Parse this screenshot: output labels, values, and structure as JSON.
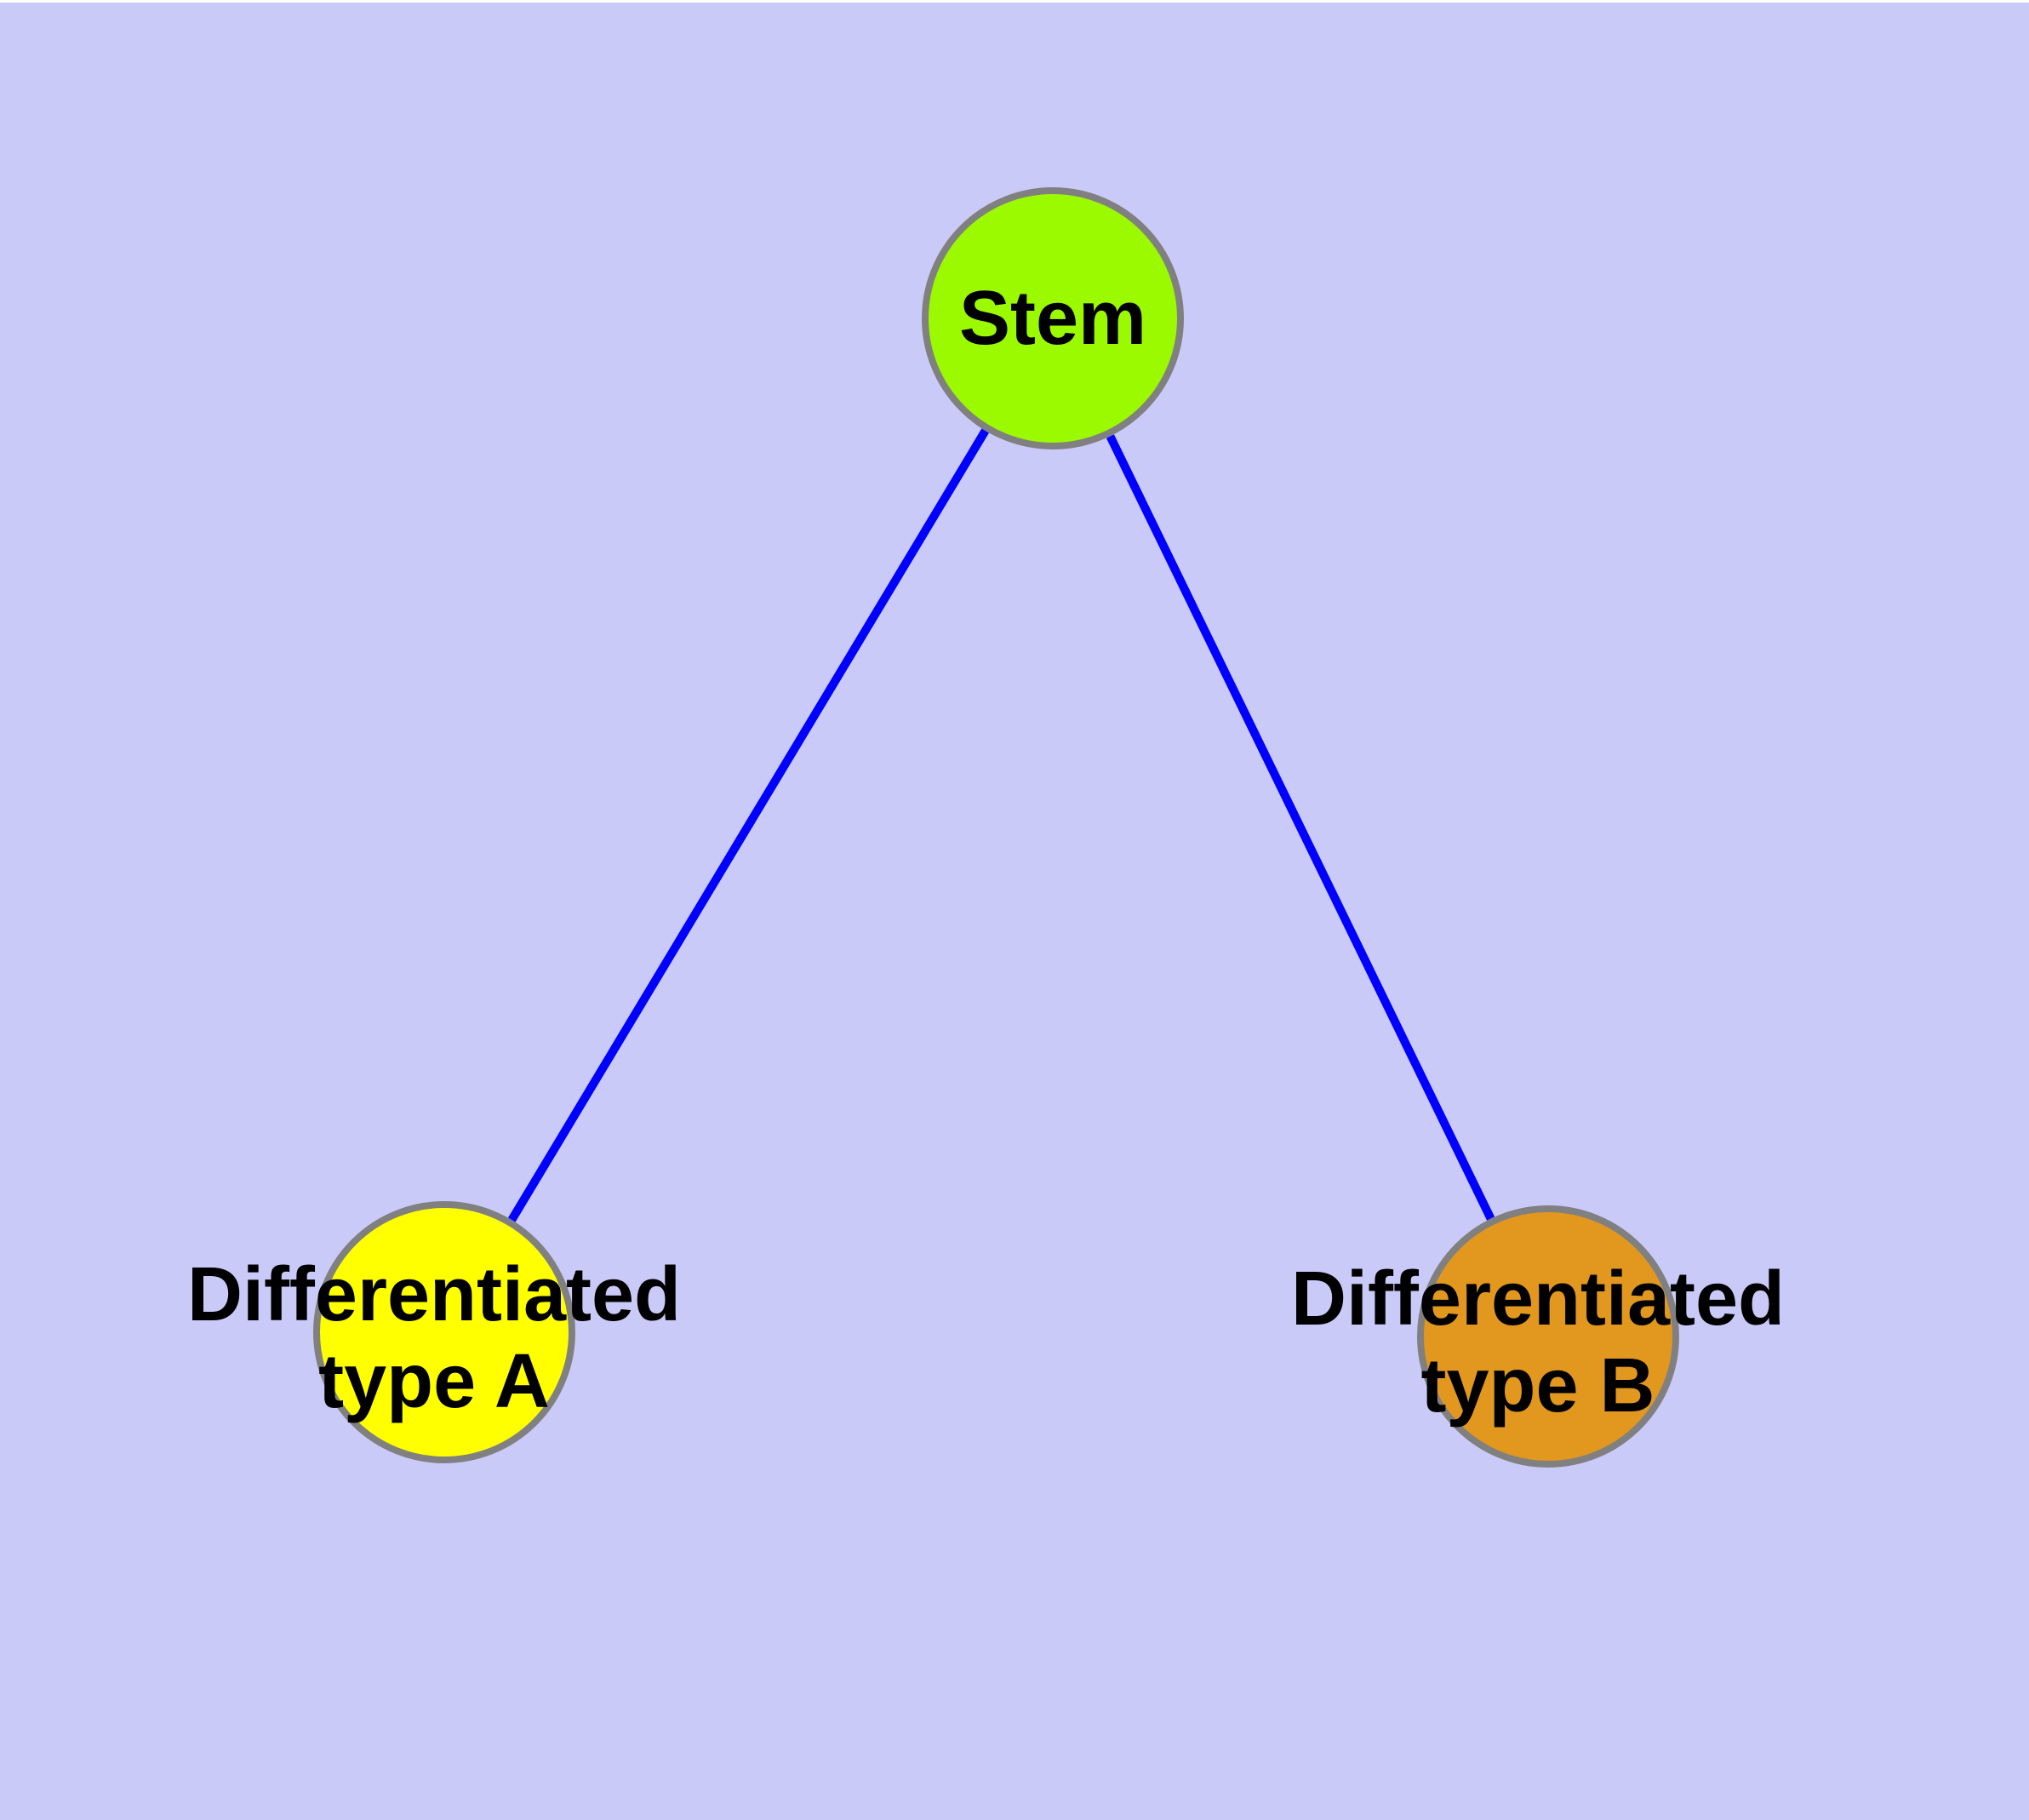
{
  "diagram": {
    "background_color": "#cacaf8",
    "top_border_color": "#ffffff",
    "edge_color": "#0000ff",
    "node_border_color": "#808080",
    "label_color": "#000000",
    "nodes": [
      {
        "id": "stem",
        "label": "Stem",
        "lines": [
          "Stem"
        ],
        "fill": "#9bf900"
      },
      {
        "id": "differentiated-type-a",
        "label": "Differentiated type A",
        "lines": [
          "Differentiated",
          "type A"
        ],
        "fill": "#ffff00"
      },
      {
        "id": "differentiated-type-b",
        "label": "Differentiated type B",
        "lines": [
          "Differentiated",
          "type B"
        ],
        "fill": "#e2971f"
      }
    ],
    "edges": [
      {
        "from": "Stem",
        "to": "Differentiated type A"
      },
      {
        "from": "Stem",
        "to": "Differentiated type B"
      }
    ]
  }
}
